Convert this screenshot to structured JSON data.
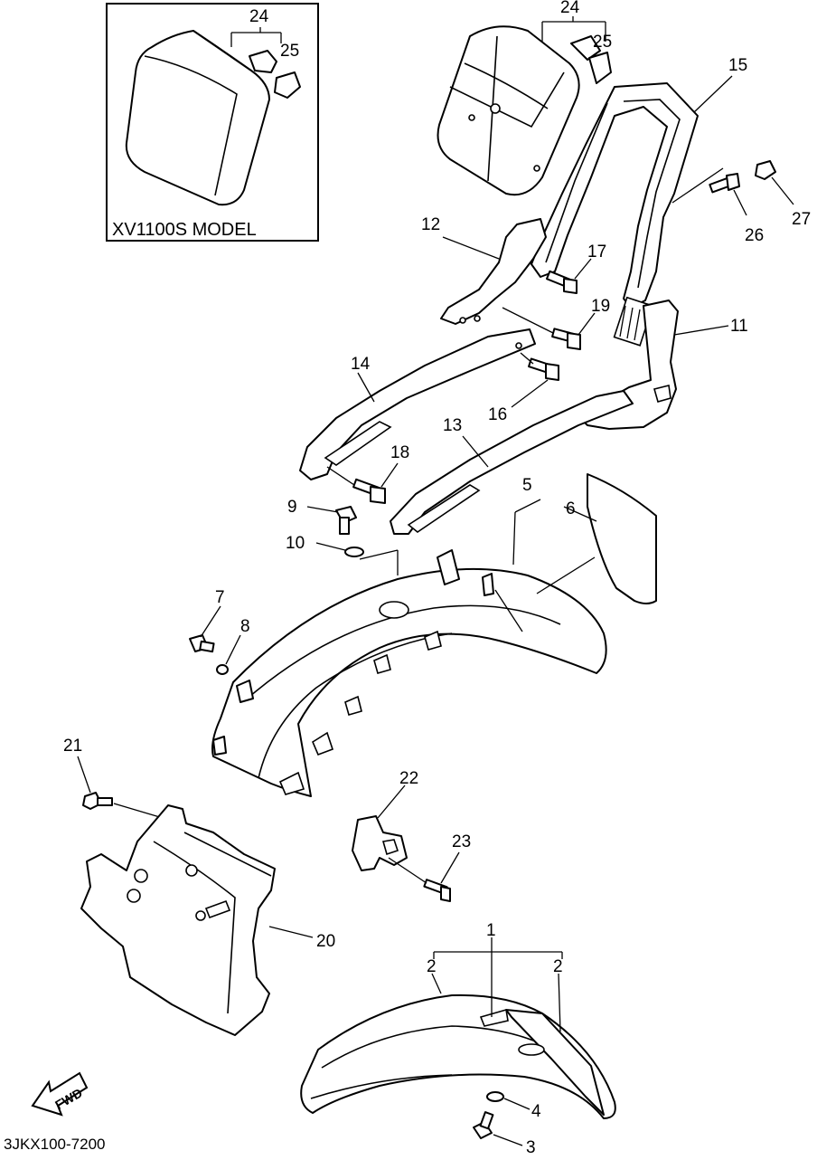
{
  "diagram": {
    "inset_label": "XV1100S MODEL",
    "drawing_code": "3JKX100-7200",
    "fwd_label": "FWD",
    "callouts": {
      "c1": "1",
      "c2": "2",
      "c3": "3",
      "c4": "4",
      "c5": "5",
      "c6": "6",
      "c7": "7",
      "c8": "8",
      "c9": "9",
      "c10": "10",
      "c11": "11",
      "c12": "12",
      "c13": "13",
      "c14": "14",
      "c15": "15",
      "c16": "16",
      "c17": "17",
      "c18": "18",
      "c19": "19",
      "c20": "20",
      "c21": "21",
      "c22": "22",
      "c23": "23",
      "c24": "24",
      "c25": "25",
      "c26": "26",
      "c27": "27"
    }
  }
}
